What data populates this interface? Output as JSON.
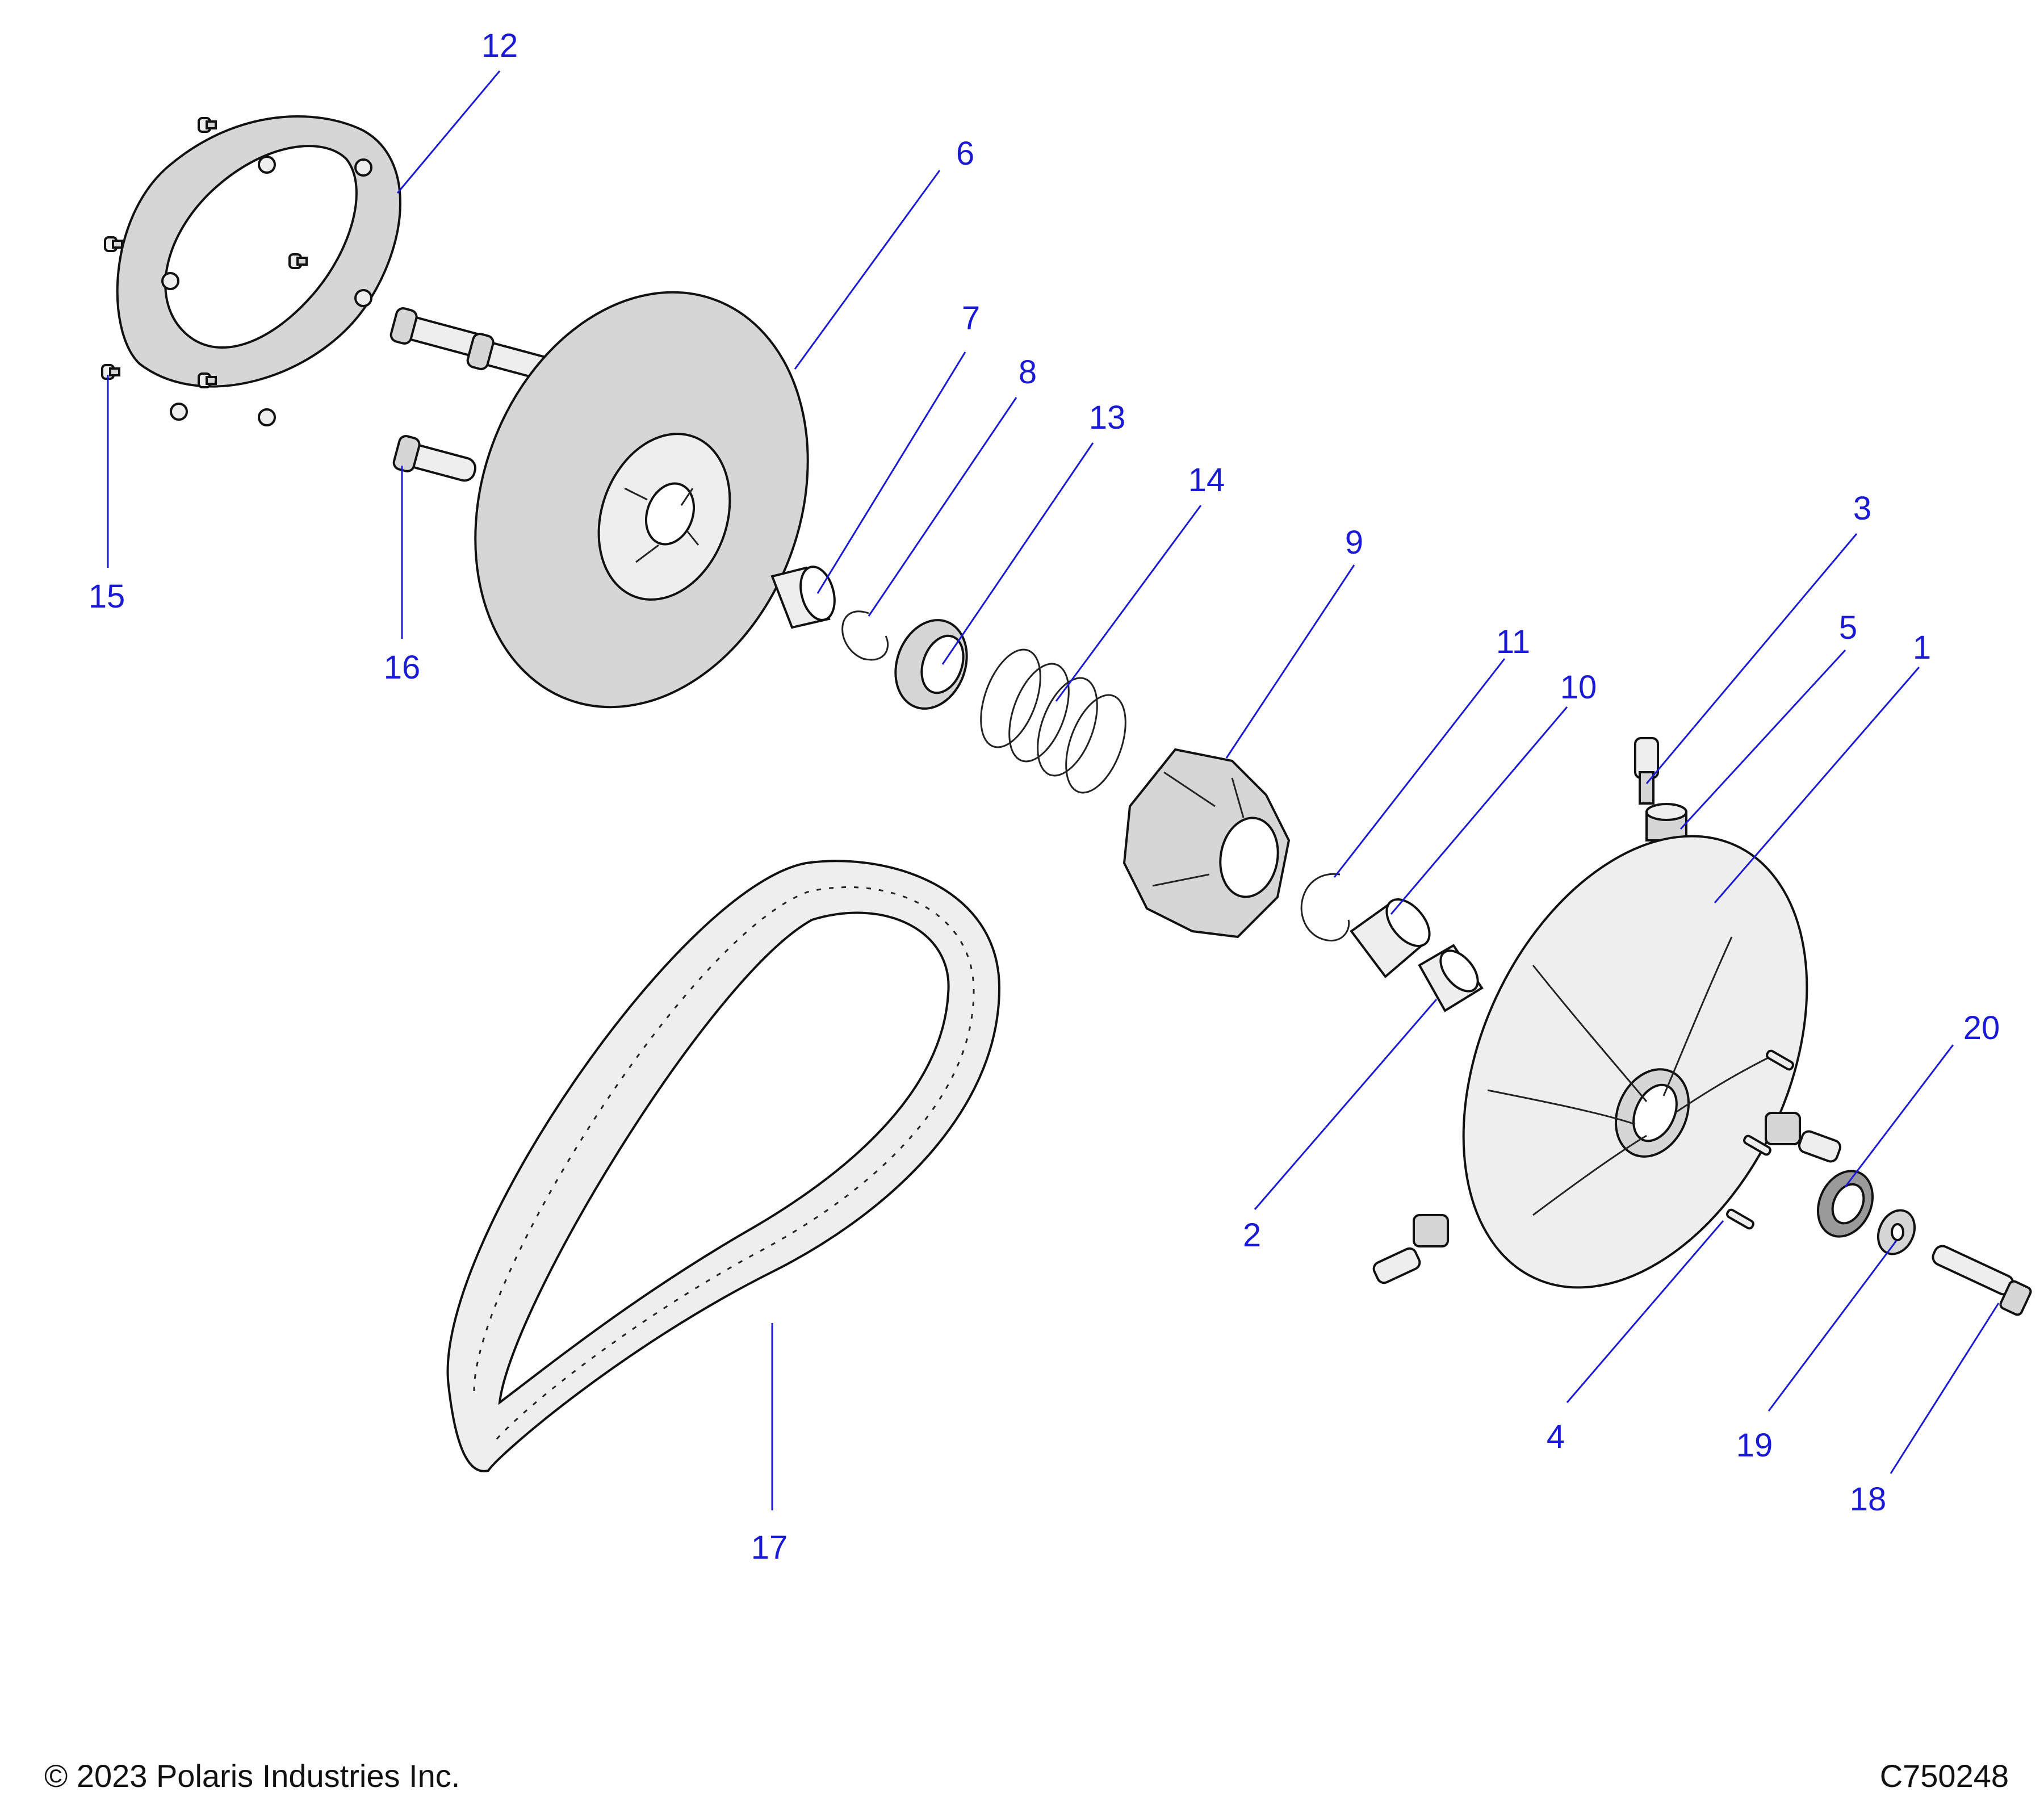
{
  "callouts": {
    "c1": "1",
    "c2": "2",
    "c3": "3",
    "c4": "4",
    "c5": "5",
    "c6": "6",
    "c7": "7",
    "c8": "8",
    "c9": "9",
    "c10": "10",
    "c11": "11",
    "c12": "12",
    "c13": "13",
    "c14": "14",
    "c15": "15",
    "c16": "16",
    "c17": "17",
    "c18": "18",
    "c19": "19",
    "c20": "20"
  },
  "footer": {
    "copyright": "© 2023 Polaris Industries Inc.",
    "code": "C750248"
  },
  "colors": {
    "callout": "#1a1ad6",
    "line": "#111111",
    "part_fill": "#d6d6d6"
  }
}
